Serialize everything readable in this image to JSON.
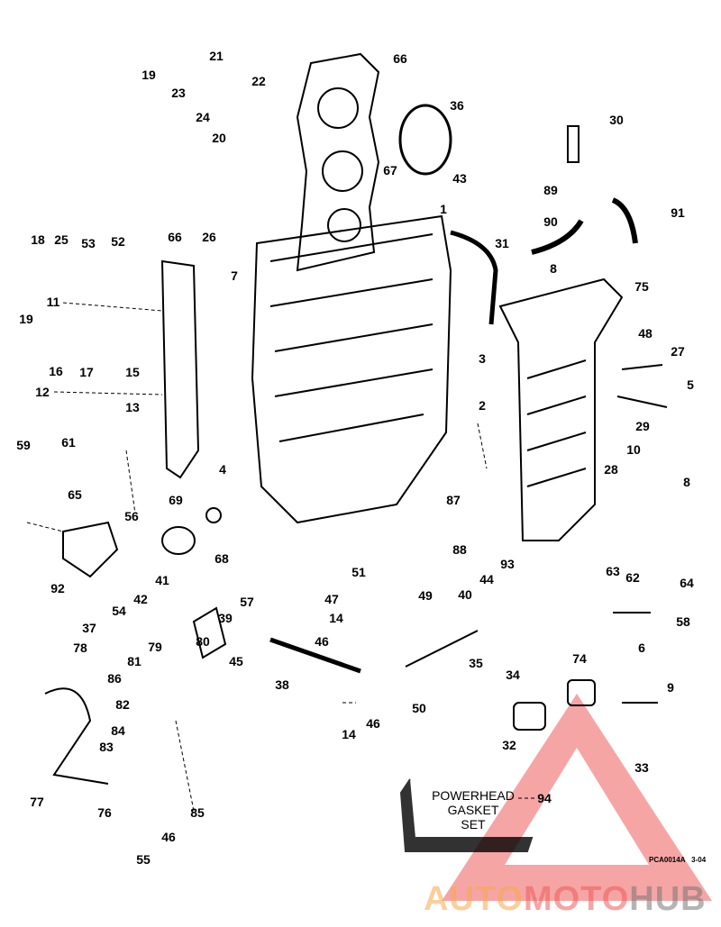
{
  "diagram": {
    "title": "Powerhead exploded view",
    "part_labels": [
      "19",
      "21",
      "22",
      "23",
      "24",
      "20",
      "66",
      "36",
      "30",
      "67",
      "43",
      "89",
      "1",
      "91",
      "90",
      "31",
      "18",
      "25",
      "53",
      "52",
      "66",
      "26",
      "8",
      "75",
      "7",
      "11",
      "19",
      "16",
      "17",
      "15",
      "3",
      "48",
      "27",
      "5",
      "12",
      "13",
      "2",
      "29",
      "59",
      "61",
      "65",
      "10",
      "4",
      "28",
      "8",
      "87",
      "69",
      "56",
      "68",
      "88",
      "41",
      "92",
      "93",
      "63",
      "62",
      "64",
      "51",
      "44",
      "40",
      "49",
      "57",
      "47",
      "54",
      "42",
      "14",
      "39",
      "58",
      "37",
      "80",
      "46",
      "6",
      "78",
      "79",
      "81",
      "45",
      "74",
      "35",
      "34",
      "86",
      "38",
      "9",
      "50",
      "82",
      "14",
      "46",
      "84",
      "83",
      "32",
      "33",
      "77",
      "76",
      "85",
      "46",
      "55",
      "94"
    ],
    "kit_label": [
      "POWERHEAD",
      "GASKET",
      "SET"
    ],
    "figure_code": "PCA0014A",
    "page_ref": "3-04"
  },
  "watermark": {
    "part1": "AUTO",
    "part2": "MOTO",
    "part3": "HUB"
  }
}
